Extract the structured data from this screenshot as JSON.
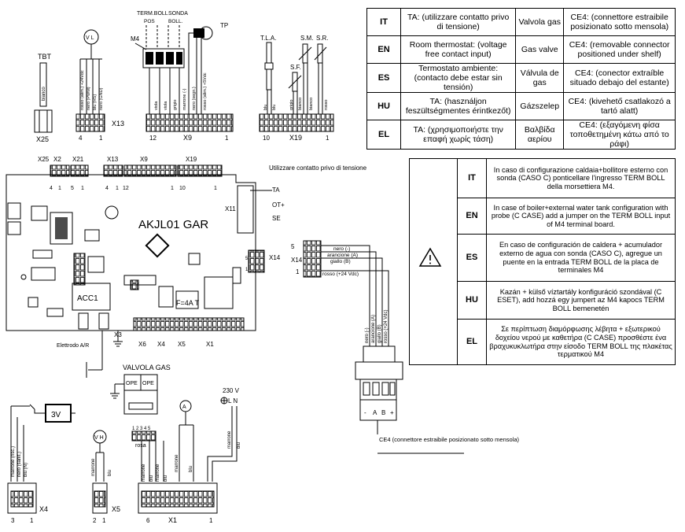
{
  "legend": {
    "rows": [
      {
        "lang": "IT",
        "ta": "TA: (utilizzare contatto privo di tensione)",
        "valve": "Valvola gas",
        "ce4": "CE4: (connettore estraibile posizionato sotto mensola)"
      },
      {
        "lang": "EN",
        "ta": "Room thermostat: (voltage free contact input)",
        "valve": "Gas valve",
        "ce4": "CE4: (removable connector positioned under shelf)"
      },
      {
        "lang": "ES",
        "ta": "Termostato ambiente: (contacto debe estar sin tensión)",
        "valve": "Válvula de gas",
        "ce4": "CE4: (conector extraíble situado debajo del estante)"
      },
      {
        "lang": "HU",
        "ta": "TA: (használjon feszültségmentes érintkezőt)",
        "valve": "Gázszelep",
        "ce4": "CE4: (kivehető csatlakozó a tartó alatt)"
      },
      {
        "lang": "EL",
        "ta": "TA: (χρησιμοποιήστε την επαφή χωρίς τάση)",
        "valve": "Βαλβίδα αερίου",
        "ce4": "CE4: (εξαγόμενη φίσα τοποθετημένη κάτω από το ράφι)"
      }
    ]
  },
  "notes": {
    "warning_icon": "warning-triangle-icon",
    "rows": [
      {
        "lang": "IT",
        "text": "In caso di configurazione caldaia+bollitore esterno con sonda (CASO C) ponticellare l'ingresso TERM BOLL della morsettiera M4."
      },
      {
        "lang": "EN",
        "text": "In case of boiler+external water tank configuration with probe (C CASE) add a jumper on the TERM BOLL input of M4 terminal board."
      },
      {
        "lang": "ES",
        "text": "En caso de configuración de caldera + acumulador externo de agua con sonda (CASO C), agregue un puente en la entrada TERM BOLL de la placa de terminales M4"
      },
      {
        "lang": "HU",
        "text": "Kazán + külső víztartály konfiguráció szondával (C ESET), add hozzá egy jumpert az M4 kapocs TERM BOLL bemenetén"
      },
      {
        "lang": "EL",
        "text": "Σε περίπτωση διαμόρφωσης λέβητα + εξωτερικού δοχείου νερού με καθετήρα (C CASE) προσθέστε ένα βραχυκυκλωτήρα στην είσοδο TERM BOLL της πλακέτας τερματικού M4"
      }
    ]
  },
  "top": {
    "tbt": "TBT",
    "tbt_wire": "bianco",
    "x25": "X25",
    "vl": "V L",
    "x13": "X13",
    "x13_pins_l": "4",
    "x13_pins_r": "1",
    "x13_wires": [
      "rosso (alim.) +24Vdc",
      "nero (PWM)",
      "blu (HS)",
      "nero (GND)"
    ],
    "term_boll": "TERM.BOLL",
    "sonda": "SONDA",
    "pos": "POS",
    "boll": "BOLL.",
    "m4": "M4",
    "tp": "TP",
    "x9": "X9",
    "x9_pins_l": "12",
    "x9_pins_r": "1",
    "x9_wires": [
      "viola",
      "viola",
      "grigio",
      "marrone (-)",
      "nero (segn.)",
      "rosso (alim.) +5Vdc"
    ],
    "tla": "T.L.A.",
    "sm": "S.M.",
    "sr": "S.R.",
    "sf": "S.F.",
    "x19": "X19",
    "x19_pins_l": "10",
    "x19_pins_r": "1",
    "x19_wires": [
      "blu",
      "blu",
      "grigio",
      "grigio",
      "bianco",
      "bianco",
      "rosso",
      "rosso"
    ]
  },
  "board": {
    "model": "AKJL01 GAR",
    "headers": [
      "X25",
      "X2",
      "X21",
      "X13",
      "X9",
      "X19"
    ],
    "pin_nums": [
      "4",
      "1",
      "5",
      "1",
      "4",
      "1",
      "12",
      "1",
      "10",
      "1"
    ],
    "x11": "X11",
    "ta": "TA",
    "ot": "OT+",
    "se": "SE",
    "ta_note": "Utilizzare contatto privo di tensione",
    "x14": "X14",
    "x14_5": "5",
    "x14_1": "1",
    "acc1": "ACC1",
    "fuse": "F=4A T",
    "x3": "X3",
    "bottom": [
      "X6",
      "X4",
      "X5",
      "X1"
    ],
    "electrode": "Elettrodo A/R"
  },
  "x14_wiring": {
    "label": "X14",
    "pin5": "5",
    "pin1": "1",
    "wires": [
      "nero (-)",
      "arancione (A)",
      "giallo (B)",
      "rosso (+24 Vdc)"
    ],
    "ce4_pins": [
      "-",
      "A",
      "B",
      "+"
    ],
    "ce4_label": "CE4 (connettore estraibile posizionato sotto mensola)"
  },
  "bottom": {
    "valvola_gas": "VALVOLA GAS",
    "ope1": "OPE",
    "ope2": "OPE",
    "rosa": "rosa",
    "rosa_pins": "1 2 3 4 5",
    "v3": "3V",
    "vh": "V H",
    "a": "A",
    "mains": "230 V",
    "ln": "L N",
    "x4": "X4",
    "x4_pins": [
      "3",
      "1"
    ],
    "x4_wires": [
      "marrone (risc.)",
      "nero (sanit.)",
      "blu (N)"
    ],
    "x5": "X5",
    "x5_pins": [
      "2",
      "1"
    ],
    "x5_wires": [
      "marrone",
      "blu"
    ],
    "x1": "X1",
    "x1_pins": [
      "6",
      "1"
    ],
    "x1_wires": [
      "marrone",
      "blu",
      "marrone",
      "blu",
      "marrone",
      "blu"
    ],
    "valve_wires": [
      "marrone",
      "blu"
    ],
    "mains_wires": [
      "marrone",
      "blu"
    ]
  }
}
